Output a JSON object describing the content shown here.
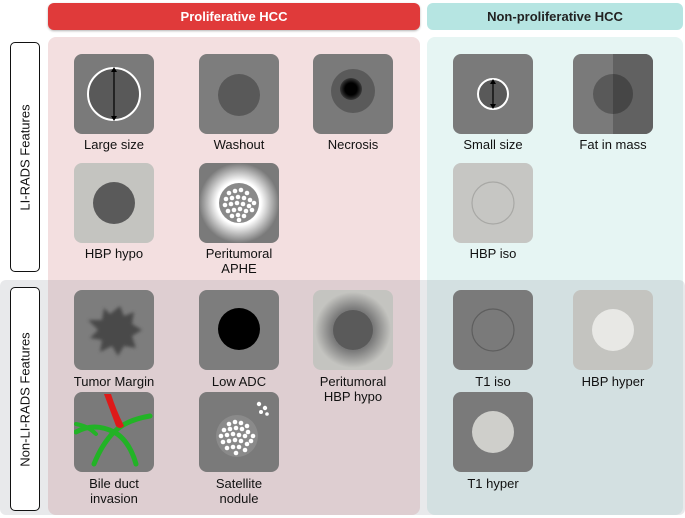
{
  "headers": {
    "proliferative": "Proliferative HCC",
    "non_proliferative": "Non-proliferative HCC"
  },
  "row_labels": {
    "li_rads": "LI-RADS Features",
    "non_li_rads": "Non-LI-RADS Features"
  },
  "features": {
    "large_size": "Large size",
    "washout": "Washout",
    "necrosis": "Necrosis",
    "hbp_hypo": "HBP hypo",
    "peritumoral_aphe_1": "Peritumoral",
    "peritumoral_aphe_2": "APHE",
    "small_size": "Small size",
    "fat_in_mass": "Fat in mass",
    "hbp_iso": "HBP iso",
    "tumor_margin": "Tumor Margin",
    "low_adc": "Low ADC",
    "peritumoral_hbp_hypo_1": "Peritumoral",
    "peritumoral_hbp_hypo_2": "HBP hypo",
    "bile_duct_invasion_1": "Bile duct",
    "bile_duct_invasion_2": "invasion",
    "satellite_nodule_1": "Satellite",
    "satellite_nodule_2": "nodule",
    "t1_iso": "T1 iso",
    "hbp_hyper": "HBP hyper",
    "t1_hyper": "T1 hyper"
  },
  "colors": {
    "proliferative_header": "#e03a3a",
    "non_proliferative_header": "#b6e5e2",
    "proliferative_panel": "#f3dfe0",
    "non_proliferative_panel": "#e6f5f3"
  }
}
